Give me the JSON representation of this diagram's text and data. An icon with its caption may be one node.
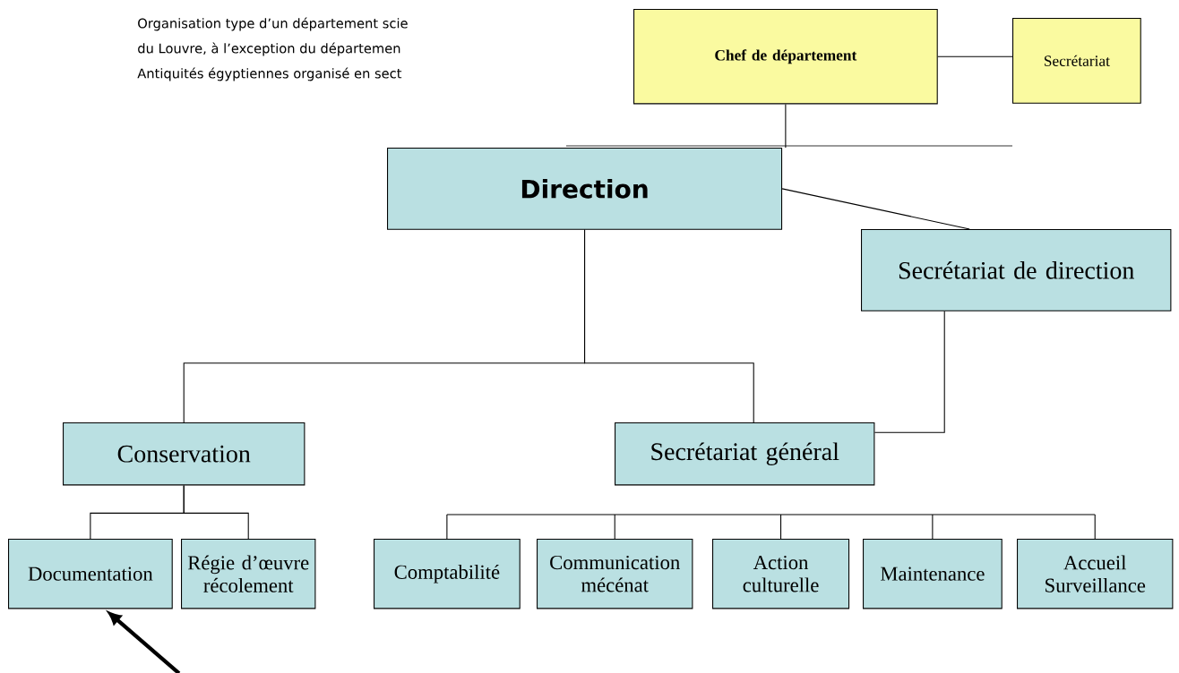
{
  "diagram": {
    "nodes": [
      {
        "text": [
          "Chef de département"
        ]
      },
      {
        "text": [
          "Secrétariat"
        ]
      },
      {
        "text": [
          "Direction"
        ]
      },
      {
        "text": [
          "Secrétariat de direction"
        ]
      },
      {
        "text": [
          "Conservation"
        ]
      },
      {
        "text": [
          "Secrétariat général"
        ]
      },
      {
        "text": [
          "Documentation"
        ]
      },
      {
        "text": [
          "Régie d’œuvre récolement"
        ]
      },
      {
        "text": [
          "Comptabilité"
        ]
      },
      {
        "text": [
          "Communication mécénat"
        ]
      },
      {
        "text": [
          "Action culturelle"
        ]
      },
      {
        "text": [
          "Maintenance"
        ]
      },
      {
        "text": [
          "Accueil Surveillance"
        ]
      }
    ],
    "edges": [
      {
        "from": 0,
        "to": 1,
        "arrow": "none"
      },
      {
        "from": 0,
        "to": 2,
        "arrow": "none"
      },
      {
        "from": 2,
        "to": 3,
        "arrow": "none"
      },
      {
        "from": 2,
        "to": 4,
        "arrow": "none"
      },
      {
        "from": 2,
        "to": 5,
        "arrow": "none"
      },
      {
        "from": 3,
        "to": 5,
        "arrow": "none"
      },
      {
        "from": 4,
        "to": 6,
        "arrow": "none"
      },
      {
        "from": 4,
        "to": 7,
        "arrow": "none"
      },
      {
        "from": null,
        "to": 8,
        "arrow": "none"
      },
      {
        "from": null,
        "to": 9,
        "arrow": "none"
      },
      {
        "from": null,
        "to": 10,
        "arrow": "none"
      },
      {
        "from": null,
        "to": 11,
        "arrow": "none"
      },
      {
        "from": null,
        "to": 12,
        "arrow": "none"
      },
      {
        "from": null,
        "to": 6,
        "arrow": "to",
        "style": "thick"
      }
    ],
    "labels": [
      "Organisation type d’un département scie",
      "du Louvre, à l’exception du départemen",
      "Antiquités égyptiennes organisé en sect"
    ]
  }
}
